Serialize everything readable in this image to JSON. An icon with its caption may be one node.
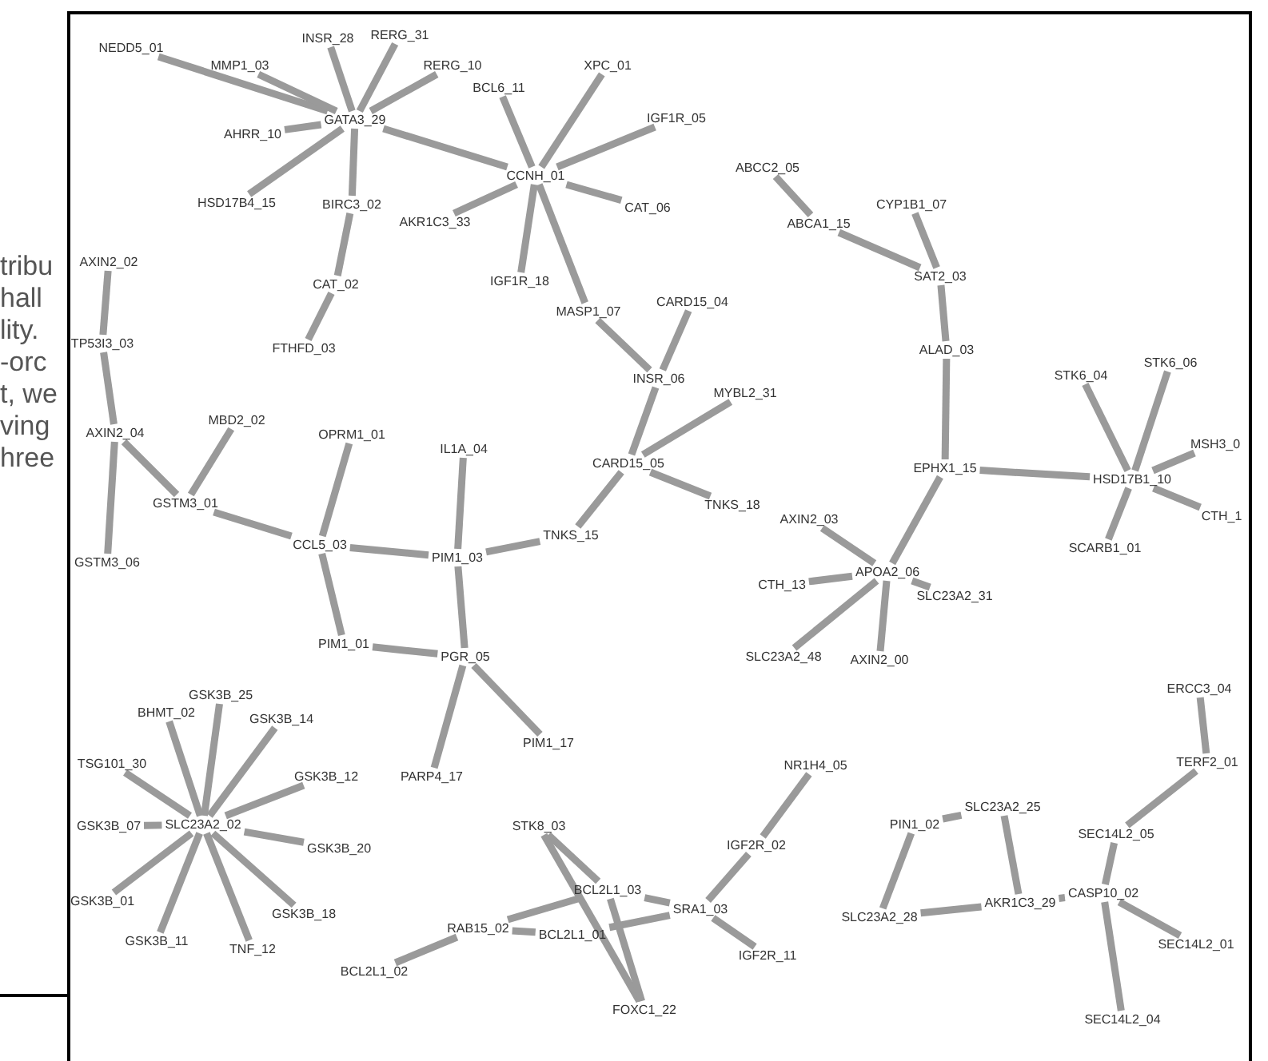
{
  "diagram": {
    "nodes": [
      {
        "text": [
          "NEDD5_01"
        ]
      },
      {
        "text": [
          "MMP1_03"
        ]
      },
      {
        "text": [
          "INSR_28"
        ]
      },
      {
        "text": [
          "RERG_31"
        ]
      },
      {
        "text": [
          "RERG_10"
        ]
      },
      {
        "text": [
          "AHRR_10"
        ]
      },
      {
        "text": [
          "GATA3_29"
        ]
      },
      {
        "text": [
          "HSD17B4_15"
        ]
      },
      {
        "text": [
          "BIRC3_02"
        ]
      },
      {
        "text": [
          "CAT_02"
        ]
      },
      {
        "text": [
          "FTHFD_03"
        ]
      },
      {
        "text": [
          "CCNH_01"
        ]
      },
      {
        "text": [
          "BCL6_11"
        ]
      },
      {
        "text": [
          "XPC_01"
        ]
      },
      {
        "text": [
          "IGF1R_05"
        ]
      },
      {
        "text": [
          "CAT_06"
        ]
      },
      {
        "text": [
          "AKR1C3_33"
        ]
      },
      {
        "text": [
          "IGF1R_18"
        ]
      },
      {
        "text": [
          "MASP1_07"
        ]
      },
      {
        "text": [
          "CARD15_04"
        ]
      },
      {
        "text": [
          "INSR_06"
        ]
      },
      {
        "text": [
          "MYBL2_31"
        ]
      },
      {
        "text": [
          "CARD15_05"
        ]
      },
      {
        "text": [
          "TNKS_18"
        ]
      },
      {
        "text": [
          "TNKS_15"
        ]
      },
      {
        "text": [
          "ABCC2_05"
        ]
      },
      {
        "text": [
          "ABCA1_15"
        ]
      },
      {
        "text": [
          "CYP1B1_07"
        ]
      },
      {
        "text": [
          "SAT2_03"
        ]
      },
      {
        "text": [
          "ALAD_03"
        ]
      },
      {
        "text": [
          "EPHX1_15"
        ]
      },
      {
        "text": [
          "STK6_04"
        ]
      },
      {
        "text": [
          "STK6_06"
        ]
      },
      {
        "text": [
          "MSH3_0"
        ]
      },
      {
        "text": [
          "HSD17B1_10"
        ]
      },
      {
        "text": [
          "CTH_1"
        ]
      },
      {
        "text": [
          "SCARB1_01"
        ]
      },
      {
        "text": [
          "AXIN2_03"
        ]
      },
      {
        "text": [
          "APOA2_06"
        ]
      },
      {
        "text": [
          "CTH_13"
        ]
      },
      {
        "text": [
          "SLC23A2_31"
        ]
      },
      {
        "text": [
          "SLC23A2_48"
        ]
      },
      {
        "text": [
          "AXIN2_00"
        ]
      },
      {
        "text": [
          "AXIN2_02"
        ]
      },
      {
        "text": [
          "TP53I3_03"
        ]
      },
      {
        "text": [
          "AXIN2_04"
        ]
      },
      {
        "text": [
          "MBD2_02"
        ]
      },
      {
        "text": [
          "GSTM3_01"
        ]
      },
      {
        "text": [
          "GSTM3_06"
        ]
      },
      {
        "text": [
          "OPRM1_01"
        ]
      },
      {
        "text": [
          "IL1A_04"
        ]
      },
      {
        "text": [
          "CCL5_03"
        ]
      },
      {
        "text": [
          "PIM1_03"
        ]
      },
      {
        "text": [
          "PIM1_01"
        ]
      },
      {
        "text": [
          "PGR_05"
        ]
      },
      {
        "text": [
          "PARP4_17"
        ]
      },
      {
        "text": [
          "PIM1_17"
        ]
      },
      {
        "text": [
          "GSK3B_25"
        ]
      },
      {
        "text": [
          "BHMT_02"
        ]
      },
      {
        "text": [
          "GSK3B_14"
        ]
      },
      {
        "text": [
          "TSG101_30"
        ]
      },
      {
        "text": [
          "GSK3B_12"
        ]
      },
      {
        "text": [
          "GSK3B_07"
        ]
      },
      {
        "text": [
          "SLC23A2_02"
        ]
      },
      {
        "text": [
          "GSK3B_20"
        ]
      },
      {
        "text": [
          "GSK3B_01"
        ]
      },
      {
        "text": [
          "GSK3B_18"
        ]
      },
      {
        "text": [
          "GSK3B_11"
        ]
      },
      {
        "text": [
          "TNF_12"
        ]
      },
      {
        "text": [
          "STK8_03"
        ]
      },
      {
        "text": [
          "BCL2L1_03"
        ]
      },
      {
        "text": [
          "RAB15_02"
        ]
      },
      {
        "text": [
          "BCL2L1_01"
        ]
      },
      {
        "text": [
          "BCL2L1_02"
        ]
      },
      {
        "text": [
          "FOXC1_22"
        ]
      },
      {
        "text": [
          "SRA1_03"
        ]
      },
      {
        "text": [
          "IGF2R_02"
        ]
      },
      {
        "text": [
          "NR1H4_05"
        ]
      },
      {
        "text": [
          "IGF2R_11"
        ]
      },
      {
        "text": [
          "PIN1_02"
        ]
      },
      {
        "text": [
          "SLC23A2_25"
        ]
      },
      {
        "text": [
          "SLC23A2_28"
        ]
      },
      {
        "text": [
          "AKR1C3_29"
        ]
      },
      {
        "text": [
          "CASP10_02"
        ]
      },
      {
        "text": [
          "ERCC3_04"
        ]
      },
      {
        "text": [
          "TERF2_01"
        ]
      },
      {
        "text": [
          "SEC14L2_05"
        ]
      },
      {
        "text": [
          "SEC14L2_01"
        ]
      },
      {
        "text": [
          "SEC14L2_04"
        ]
      }
    ],
    "edges": [
      {
        "from": 6,
        "to": 0,
        "arrow": "none"
      },
      {
        "from": 6,
        "to": 1,
        "arrow": "none"
      },
      {
        "from": 6,
        "to": 2,
        "arrow": "none"
      },
      {
        "from": 6,
        "to": 3,
        "arrow": "none"
      },
      {
        "from": 6,
        "to": 4,
        "arrow": "none"
      },
      {
        "from": 6,
        "to": 5,
        "arrow": "none"
      },
      {
        "from": 6,
        "to": 7,
        "arrow": "none"
      },
      {
        "from": 6,
        "to": 8,
        "arrow": "none"
      },
      {
        "from": 8,
        "to": 9,
        "arrow": "none"
      },
      {
        "from": 9,
        "to": 10,
        "arrow": "none"
      },
      {
        "from": 6,
        "to": 11,
        "arrow": "none"
      },
      {
        "from": 11,
        "to": 12,
        "arrow": "none"
      },
      {
        "from": 11,
        "to": 13,
        "arrow": "none"
      },
      {
        "from": 11,
        "to": 14,
        "arrow": "none"
      },
      {
        "from": 11,
        "to": 15,
        "arrow": "none"
      },
      {
        "from": 11,
        "to": 16,
        "arrow": "none"
      },
      {
        "from": 11,
        "to": 17,
        "arrow": "none"
      },
      {
        "from": 11,
        "to": 18,
        "arrow": "none"
      },
      {
        "from": 18,
        "to": 20,
        "arrow": "none"
      },
      {
        "from": 19,
        "to": 20,
        "arrow": "none"
      },
      {
        "from": 20,
        "to": 22,
        "arrow": "none"
      },
      {
        "from": 22,
        "to": 21,
        "arrow": "none"
      },
      {
        "from": 22,
        "to": 23,
        "arrow": "none"
      },
      {
        "from": 22,
        "to": 24,
        "arrow": "none"
      },
      {
        "from": 24,
        "to": 52,
        "arrow": "none"
      },
      {
        "from": 25,
        "to": 26,
        "arrow": "none"
      },
      {
        "from": 26,
        "to": 28,
        "arrow": "none"
      },
      {
        "from": 27,
        "to": 28,
        "arrow": "none"
      },
      {
        "from": 28,
        "to": 29,
        "arrow": "none"
      },
      {
        "from": 29,
        "to": 30,
        "arrow": "none"
      },
      {
        "from": 30,
        "to": 34,
        "arrow": "none"
      },
      {
        "from": 34,
        "to": 31,
        "arrow": "none"
      },
      {
        "from": 34,
        "to": 32,
        "arrow": "none"
      },
      {
        "from": 34,
        "to": 33,
        "arrow": "none"
      },
      {
        "from": 34,
        "to": 35,
        "arrow": "none"
      },
      {
        "from": 34,
        "to": 36,
        "arrow": "none"
      },
      {
        "from": 30,
        "to": 38,
        "arrow": "none"
      },
      {
        "from": 38,
        "to": 37,
        "arrow": "none"
      },
      {
        "from": 38,
        "to": 39,
        "arrow": "none"
      },
      {
        "from": 38,
        "to": 40,
        "arrow": "none"
      },
      {
        "from": 38,
        "to": 41,
        "arrow": "none"
      },
      {
        "from": 38,
        "to": 42,
        "arrow": "none"
      },
      {
        "from": 43,
        "to": 44,
        "arrow": "none"
      },
      {
        "from": 44,
        "to": 45,
        "arrow": "none"
      },
      {
        "from": 45,
        "to": 48,
        "arrow": "none"
      },
      {
        "from": 45,
        "to": 47,
        "arrow": "none"
      },
      {
        "from": 46,
        "to": 47,
        "arrow": "none"
      },
      {
        "from": 47,
        "to": 51,
        "arrow": "none"
      },
      {
        "from": 49,
        "to": 51,
        "arrow": "none"
      },
      {
        "from": 51,
        "to": 52,
        "arrow": "none"
      },
      {
        "from": 51,
        "to": 53,
        "arrow": "none"
      },
      {
        "from": 50,
        "to": 52,
        "arrow": "none"
      },
      {
        "from": 52,
        "to": 54,
        "arrow": "none"
      },
      {
        "from": 53,
        "to": 54,
        "arrow": "none"
      },
      {
        "from": 54,
        "to": 55,
        "arrow": "none"
      },
      {
        "from": 54,
        "to": 56,
        "arrow": "none"
      },
      {
        "from": 63,
        "to": 57,
        "arrow": "none"
      },
      {
        "from": 63,
        "to": 58,
        "arrow": "none"
      },
      {
        "from": 63,
        "to": 59,
        "arrow": "none"
      },
      {
        "from": 63,
        "to": 60,
        "arrow": "none"
      },
      {
        "from": 63,
        "to": 61,
        "arrow": "none"
      },
      {
        "from": 63,
        "to": 62,
        "arrow": "none"
      },
      {
        "from": 63,
        "to": 64,
        "arrow": "none"
      },
      {
        "from": 63,
        "to": 65,
        "arrow": "none"
      },
      {
        "from": 63,
        "to": 66,
        "arrow": "none"
      },
      {
        "from": 63,
        "to": 67,
        "arrow": "none"
      },
      {
        "from": 63,
        "to": 68,
        "arrow": "none"
      },
      {
        "from": 69,
        "to": 70,
        "arrow": "none"
      },
      {
        "from": 69,
        "to": 74,
        "arrow": "none"
      },
      {
        "from": 70,
        "to": 75,
        "arrow": "none"
      },
      {
        "from": 72,
        "to": 75,
        "arrow": "none"
      },
      {
        "from": 71,
        "to": 70,
        "arrow": "none"
      },
      {
        "from": 71,
        "to": 72,
        "arrow": "none"
      },
      {
        "from": 73,
        "to": 71,
        "arrow": "none"
      },
      {
        "from": 70,
        "to": 74,
        "arrow": "none"
      },
      {
        "from": 75,
        "to": 76,
        "arrow": "none"
      },
      {
        "from": 76,
        "to": 77,
        "arrow": "none"
      },
      {
        "from": 75,
        "to": 78,
        "arrow": "none"
      },
      {
        "from": 79,
        "to": 80,
        "arrow": "none"
      },
      {
        "from": 79,
        "to": 81,
        "arrow": "none"
      },
      {
        "from": 80,
        "to": 82,
        "arrow": "none"
      },
      {
        "from": 81,
        "to": 82,
        "arrow": "none"
      },
      {
        "from": 82,
        "to": 83,
        "arrow": "none"
      },
      {
        "from": 83,
        "to": 86,
        "arrow": "none"
      },
      {
        "from": 86,
        "to": 85,
        "arrow": "none"
      },
      {
        "from": 85,
        "to": 84,
        "arrow": "none"
      },
      {
        "from": 83,
        "to": 87,
        "arrow": "none"
      },
      {
        "from": 83,
        "to": 88,
        "arrow": "none"
      }
    ],
    "labels": [
      "tribu",
      "hall",
      "lity.",
      "-orc",
      "t, we",
      "ving",
      "hree"
    ]
  }
}
